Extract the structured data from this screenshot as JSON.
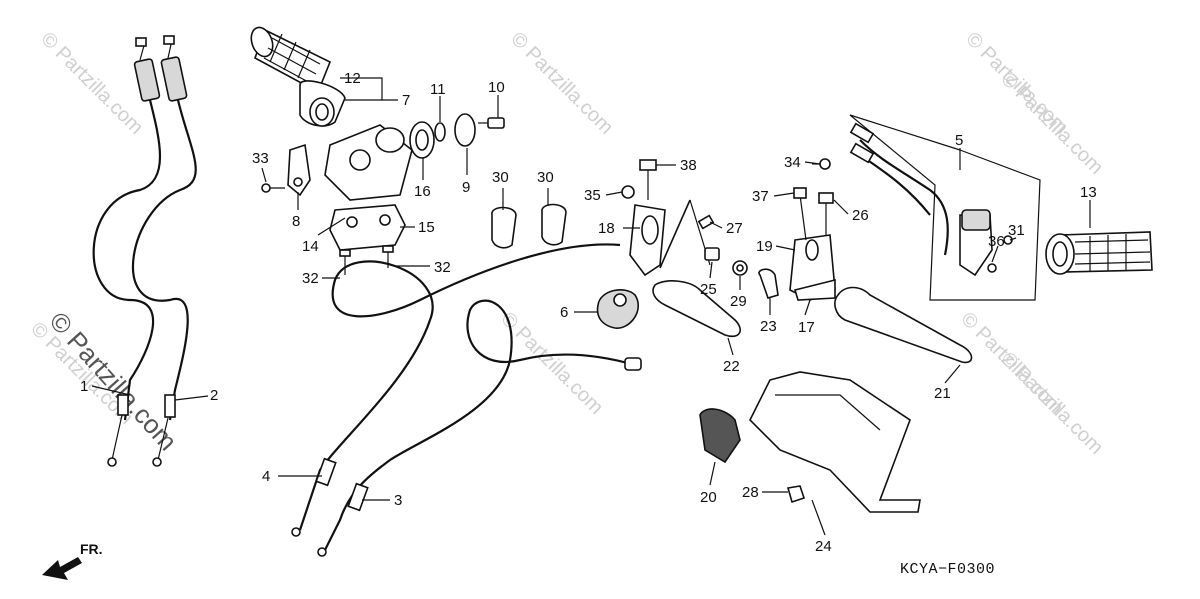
{
  "diagram": {
    "code": "KCYA−F0300",
    "front_label": "FR.",
    "watermarks": [
      "© Partzilla.com",
      "© Partzilla.com",
      "© Partzilla.com",
      "© Partzilla.com",
      "© Partzilla.com",
      "© Partzilla.com",
      "© Partzilla.com",
      "© Partzilla.com"
    ],
    "big_watermark": "© Partzilla.com",
    "callouts": [
      "1",
      "2",
      "3",
      "4",
      "5",
      "6",
      "7",
      "8",
      "9",
      "10",
      "11",
      "12",
      "13",
      "14",
      "15",
      "16",
      "17",
      "18",
      "19",
      "20",
      "21",
      "22",
      "23",
      "24",
      "25",
      "26",
      "27",
      "28",
      "29",
      "30",
      "30",
      "31",
      "32",
      "32",
      "33",
      "34",
      "35",
      "36",
      "37",
      "38"
    ]
  }
}
